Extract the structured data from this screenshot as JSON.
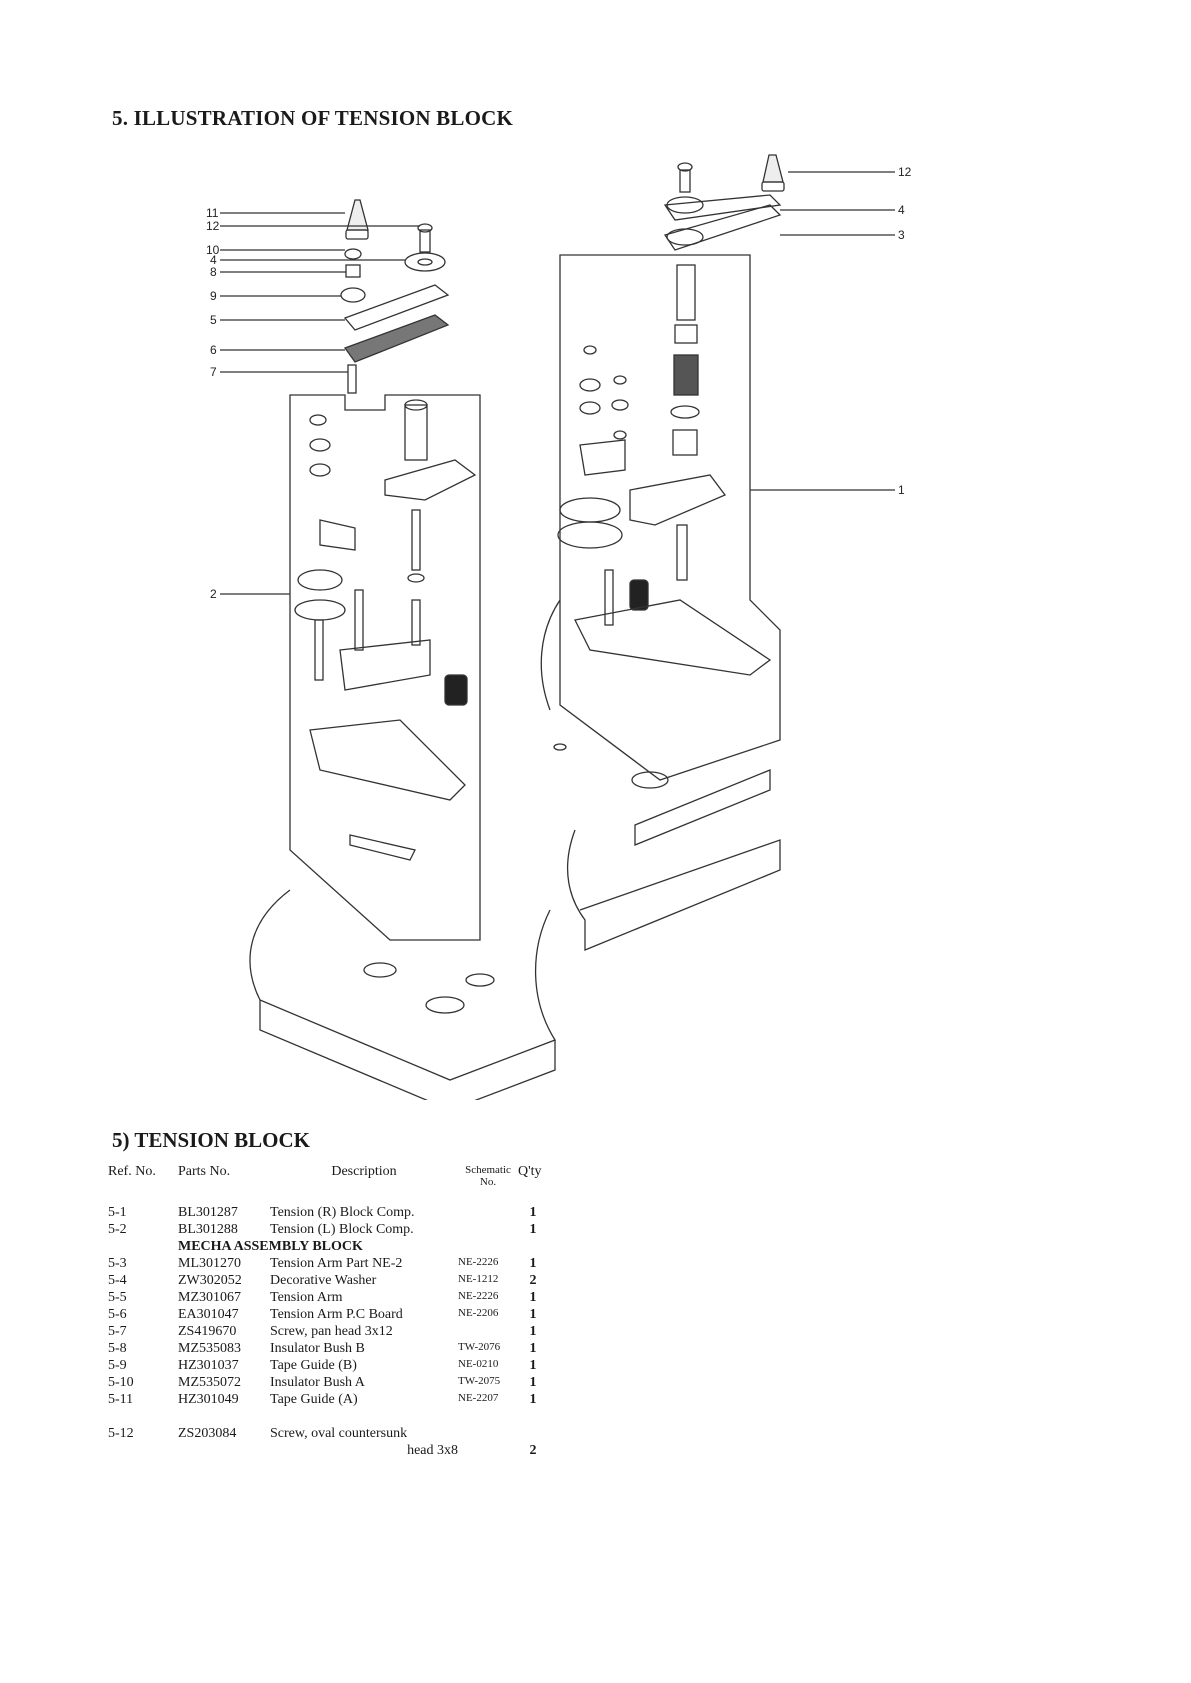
{
  "page_title": "5.   ILLUSTRATION OF TENSION BLOCK",
  "diagram": {
    "callouts_left": [
      "11",
      "12",
      "10",
      "4",
      "8",
      "9",
      "5",
      "6",
      "7",
      "2"
    ],
    "callouts_right": [
      "12",
      "4",
      "3",
      "1"
    ]
  },
  "section_title": "5)  TENSION BLOCK",
  "table": {
    "headers": {
      "ref": "Ref. No.",
      "parts": "Parts No.",
      "description": "Description",
      "schematic_line1": "Schematic",
      "schematic_line2": "No.",
      "qty": "Q'ty"
    },
    "rows_a": [
      {
        "ref": "5-1",
        "parts": "BL301287",
        "description": "Tension (R) Block Comp.",
        "schematic": "",
        "qty": "1"
      },
      {
        "ref": "5-2",
        "parts": "BL301288",
        "description": "Tension (L) Block Comp.",
        "schematic": "",
        "qty": "1"
      }
    ],
    "subheader": "MECHA ASSEMBLY BLOCK",
    "rows_b": [
      {
        "ref": "5-3",
        "parts": "ML301270",
        "description": "Tension Arm Part NE-2",
        "schematic": "NE-2226",
        "qty": "1"
      },
      {
        "ref": "5-4",
        "parts": "ZW302052",
        "description": "Decorative Washer",
        "schematic": "NE-1212",
        "qty": "2"
      },
      {
        "ref": "5-5",
        "parts": "MZ301067",
        "description": "Tension Arm",
        "schematic": "NE-2226",
        "qty": "1"
      },
      {
        "ref": "5-6",
        "parts": "EA301047",
        "description": "Tension Arm P.C Board",
        "schematic": "NE-2206",
        "qty": "1"
      },
      {
        "ref": "5-7",
        "parts": "ZS419670",
        "description": "Screw, pan head 3x12",
        "schematic": "",
        "qty": "1"
      },
      {
        "ref": "5-8",
        "parts": "MZ535083",
        "description": "Insulator Bush B",
        "schematic": "TW-2076",
        "qty": "1"
      },
      {
        "ref": "5-9",
        "parts": "HZ301037",
        "description": "Tape Guide (B)",
        "schematic": "NE-0210",
        "qty": "1"
      },
      {
        "ref": "5-10",
        "parts": "MZ535072",
        "description": "Insulator Bush A",
        "schematic": "TW-2075",
        "qty": "1"
      },
      {
        "ref": "5-11",
        "parts": "HZ301049",
        "description": "Tape Guide (A)",
        "schematic": "NE-2207",
        "qty": "1"
      }
    ],
    "row_last": {
      "ref": "5-12",
      "parts": "ZS203084",
      "description_line1": "Screw, oval countersunk",
      "description_line2": "head 3x8",
      "qty": "2"
    }
  }
}
